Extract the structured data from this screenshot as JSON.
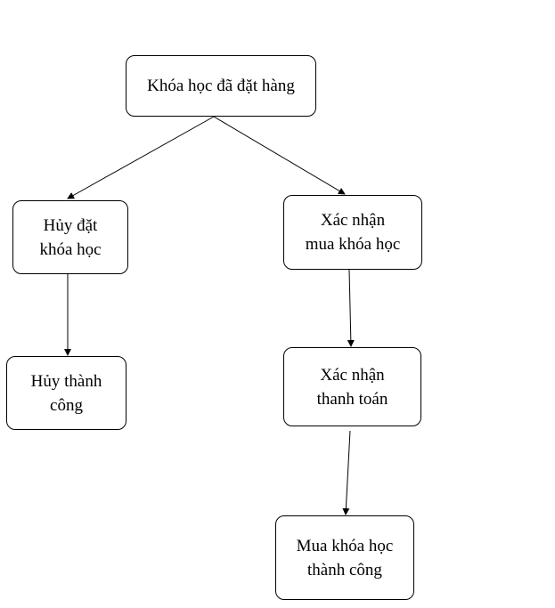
{
  "diagram": {
    "nodes": {
      "ordered": {
        "label": "Khóa học đã đặt hàng"
      },
      "cancel": {
        "label": "Hủy đặt\nkhóa học"
      },
      "cancel_success": {
        "label": "Hủy thành\ncông"
      },
      "confirm_purchase": {
        "label": "Xác nhận\nmua khóa học"
      },
      "confirm_payment": {
        "label": "Xác nhận\nthanh toán"
      },
      "purchase_success": {
        "label": "Mua khóa học\nthành công"
      }
    },
    "edges": [
      {
        "from": "ordered",
        "to": "cancel"
      },
      {
        "from": "ordered",
        "to": "confirm_purchase"
      },
      {
        "from": "cancel",
        "to": "cancel_success"
      },
      {
        "from": "confirm_purchase",
        "to": "confirm_payment"
      },
      {
        "from": "confirm_payment",
        "to": "purchase_success"
      }
    ],
    "colors": {
      "stroke": "#000000",
      "fill": "#ffffff",
      "text": "#000000"
    }
  }
}
